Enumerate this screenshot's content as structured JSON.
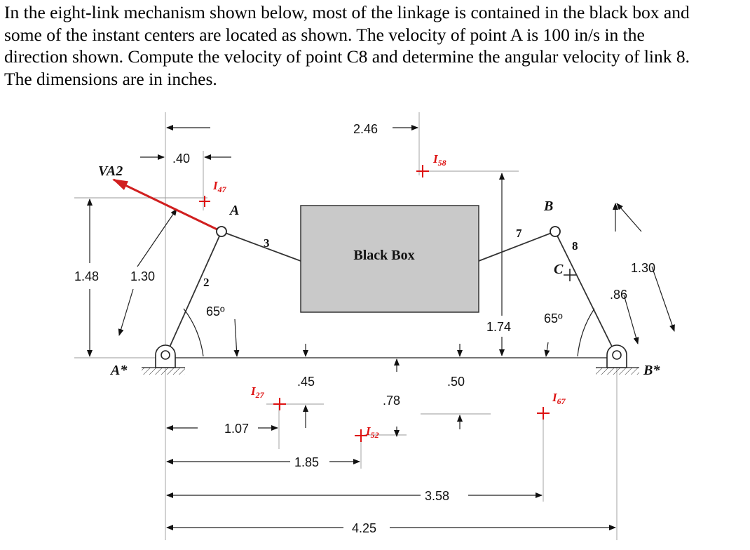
{
  "problem": {
    "lines": [
      "In the eight-link mechanism shown below, most of the linkage is contained in the black box and",
      "some of the instant centers are located as shown. The velocity of point A is 100 in/s in the",
      "direction shown. Compute the velocity of point C8 and determine the angular velocity of link 8.",
      "The dimensions are in inches."
    ]
  },
  "figure": {
    "box_label": "Black Box",
    "points": {
      "A": "A",
      "B": "B",
      "C": "C",
      "A_star": "A*",
      "B_star": "B*"
    },
    "velocity_label": "VA2",
    "links": {
      "l2": "2",
      "l3": "3",
      "l7": "7",
      "l8": "8"
    },
    "angles": {
      "left": "65º",
      "right": "65º"
    },
    "instant_centers": {
      "I47": {
        "main": "I",
        "sub": "47"
      },
      "I58": {
        "main": "I",
        "sub": "58"
      },
      "I27": {
        "main": "I",
        "sub": "27"
      },
      "I52": {
        "main": "I",
        "sub": "52"
      },
      "I67": {
        "main": "I",
        "sub": "67"
      }
    },
    "dimensions": {
      "d246": "2.46",
      "d040": ".40",
      "d148": "1.48",
      "d130_left": "1.30",
      "d174": "1.74",
      "d130_right": "1.30",
      "d086": ".86",
      "d045": ".45",
      "d050": ".50",
      "d078": ".78",
      "d107": "1.07",
      "d185": "1.85",
      "d358": "3.58",
      "d425": "4.25"
    },
    "colors": {
      "velocity": "#d11f1f",
      "instant_center": "#d11f1f",
      "box_fill": "#c9c9c9"
    }
  }
}
